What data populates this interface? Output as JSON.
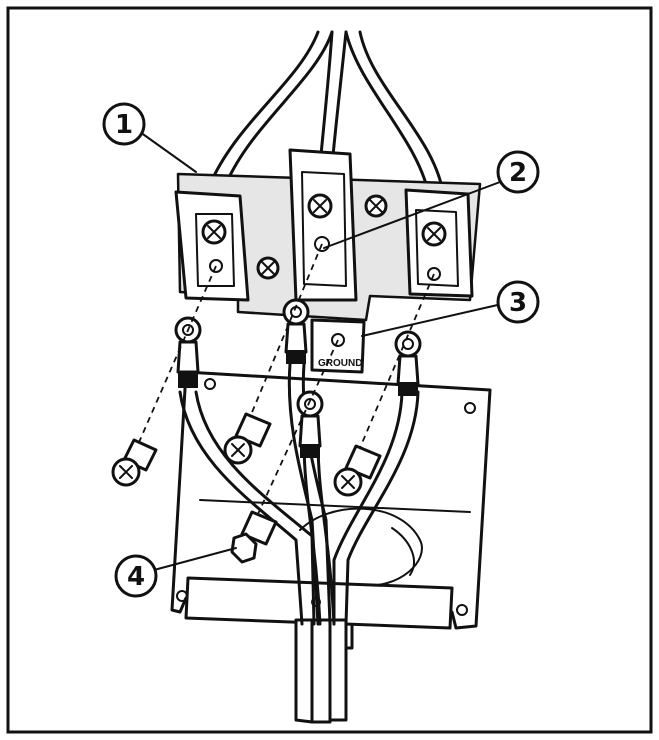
{
  "diagram": {
    "callouts": [
      {
        "number": "1"
      },
      {
        "number": "2"
      },
      {
        "number": "3"
      },
      {
        "number": "4"
      }
    ],
    "ground_label": "GROUND"
  }
}
